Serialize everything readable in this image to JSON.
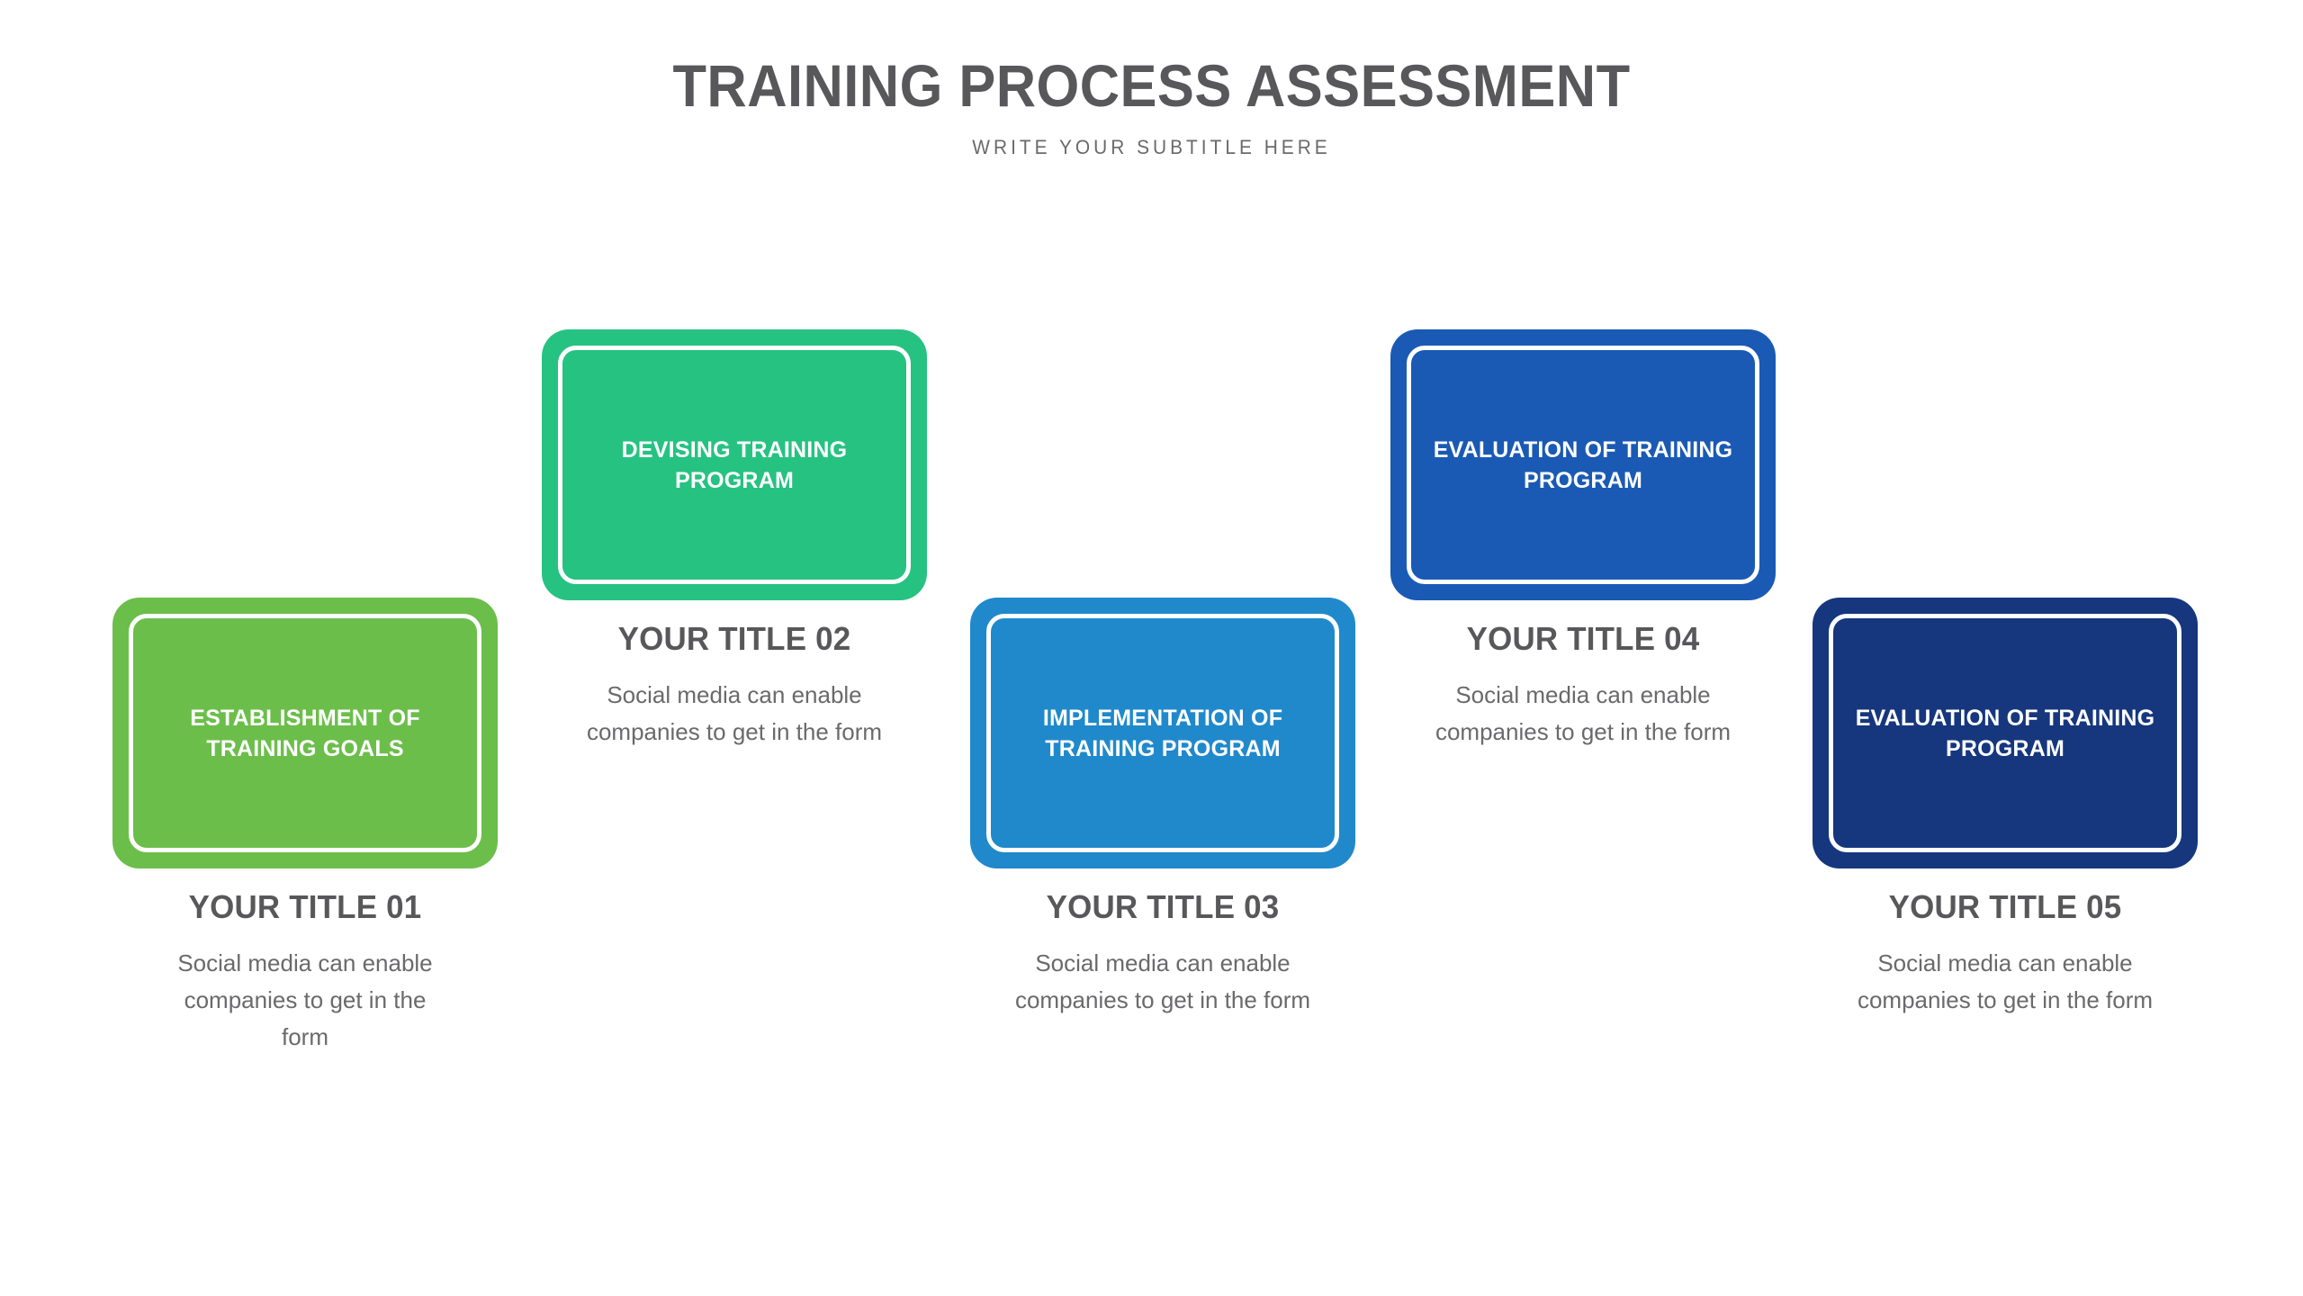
{
  "header": {
    "title": "TRAINING PROCESS ASSESSMENT",
    "subtitle": "WRITE YOUR SUBTITLE HERE"
  },
  "colors": {
    "step1": "#6CBE4B",
    "step2": "#26C281",
    "step3": "#2089CB",
    "step4": "#1A5AB4",
    "step5": "#16377E",
    "text_dark": "#58585A",
    "text_body": "#6A6A6C",
    "card_text": "#FFFFFF",
    "background": "#FFFFFF"
  },
  "steps": [
    {
      "card_label": "ESTABLISHMENT OF TRAINING GOALS",
      "caption_title": "YOUR TITLE 01",
      "caption_body": "Social media can enable companies to get in the form",
      "color": "#6CBE4B",
      "position": "low"
    },
    {
      "card_label": "DEVISING TRAINING PROGRAM",
      "caption_title": "YOUR TITLE 02",
      "caption_body": "Social media can enable companies to get in the form",
      "color": "#26C281",
      "position": "high"
    },
    {
      "card_label": "IMPLEMENTATION OF TRAINING PROGRAM",
      "caption_title": "YOUR TITLE 03",
      "caption_body": "Social media can enable companies to get in the form",
      "color": "#2089CB",
      "position": "low"
    },
    {
      "card_label": "EVALUATION OF TRAINING PROGRAM",
      "caption_title": "YOUR TITLE 04",
      "caption_body": "Social media can enable companies to get in the form",
      "color": "#1A5AB4",
      "position": "high"
    },
    {
      "card_label": "EVALUATION OF TRAINING PROGRAM",
      "caption_title": "YOUR TITLE 05",
      "caption_body": "Social media can enable companies to get in the form",
      "color": "#16377E",
      "position": "low"
    }
  ]
}
